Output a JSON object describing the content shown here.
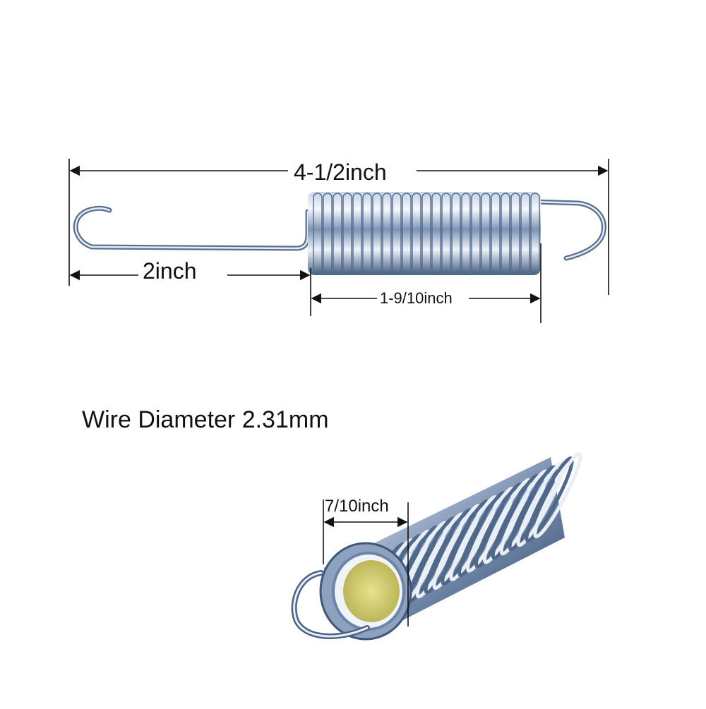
{
  "dimensions": {
    "overall_length": "4-1/2inch",
    "hook_length": "2inch",
    "coil_length": "1-9/10inch",
    "outer_diameter": "7/10inch"
  },
  "wire_diameter": "Wire Diameter 2.31mm",
  "colors": {
    "background": "#ffffff",
    "steel_light": "#e8eef6",
    "steel_mid": "#8fa6c4",
    "steel_dark": "#3e5678",
    "inner_coating": "#d8d37a",
    "dimension_line": "#111111"
  }
}
